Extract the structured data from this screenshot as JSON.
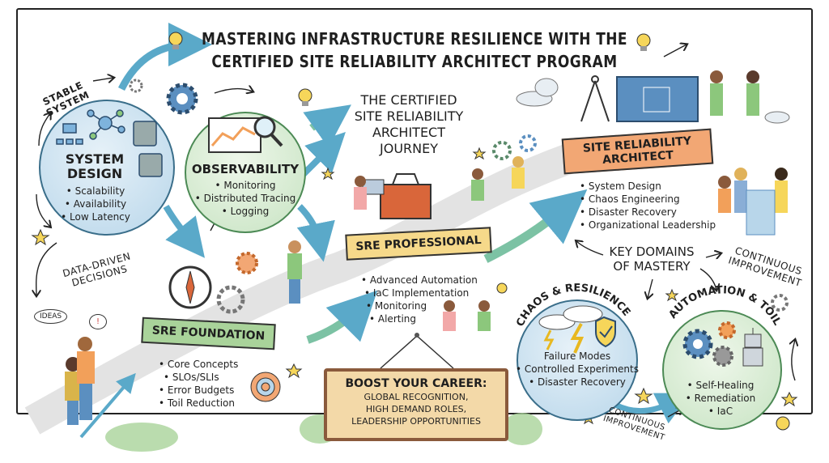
{
  "title": {
    "line1": "MASTERING INFRASTRUCTURE RESILIENCE WITH THE",
    "line2": "CERTIFIED SITE RELIABILITY ARCHITECT PROGRAM"
  },
  "journey": {
    "lines": [
      "THE CERTIFIED",
      "SITE RELIABILITY",
      "ARCHITECT",
      "JOURNEY"
    ]
  },
  "system_design": {
    "title_lines": [
      "SYSTEM",
      "DESIGN"
    ],
    "bullets": [
      "• Scalability",
      "• Availability",
      "• Low Latency"
    ]
  },
  "observability": {
    "title": "OBSERVABILITY",
    "bullets": [
      "• Monitoring",
      "• Distributed Tracing",
      "• Logging"
    ]
  },
  "stable_system": {
    "lines": [
      "STABLE",
      "SYSTEM"
    ]
  },
  "data_driven": {
    "lines": [
      "DATA-DRIVEN",
      "DECISIONS"
    ]
  },
  "speech": {
    "ideas": "IDEAS",
    "exclaim": "!"
  },
  "sre_foundation": {
    "title": "SRE FOUNDATION",
    "bullets": [
      "• Core Concepts",
      "• SLOs/SLIs",
      "• Error Budgets",
      "• Toil Reduction"
    ]
  },
  "sre_professional": {
    "title": "SRE PROFESSIONAL",
    "bullets": [
      "• Advanced Automation",
      "• IaC Implementation",
      "• Monitoring",
      "• Alerting"
    ]
  },
  "architect": {
    "title_lines": [
      "SITE RELIABILITY",
      "ARCHITECT"
    ],
    "bullets": [
      "• System Design",
      "• Chaos Engineering",
      "• Disaster Recovery",
      "• Organizational Leadership"
    ]
  },
  "key_domains": {
    "lines": [
      "KEY DOMAINS",
      "OF MASTERY"
    ]
  },
  "continuous_top": {
    "lines": [
      "CONTINUOUS",
      "IMPROVEMENT"
    ]
  },
  "continuous_bottom": {
    "lines": [
      "CONTINUOUS",
      "IMPROVEMENT"
    ]
  },
  "chaos": {
    "title": "CHAOS & RESILIENCE",
    "bullets": [
      "Failure Modes",
      "• Controlled Experiments",
      "• Disaster Recovery"
    ]
  },
  "automation": {
    "title": "AUTOMATION & TOIL",
    "bullets": [
      "• Self-Healing",
      "• Remediation",
      "• IaC"
    ]
  },
  "career": {
    "title": "BOOST YOUR CAREER:",
    "lines": [
      "GLOBAL RECOGNITION,",
      "HIGH DEMAND ROLES,",
      "LEADERSHIP OPPORTUNITIES"
    ]
  },
  "colors": {
    "blue": "#b8d6ea",
    "green": "#c7e3c2",
    "orange": "#f2a774",
    "yellow": "#f6d98a",
    "ribbon_green": "#a9d39a",
    "sign": "#f3d9a8",
    "arrow": "#5aa9c9"
  }
}
